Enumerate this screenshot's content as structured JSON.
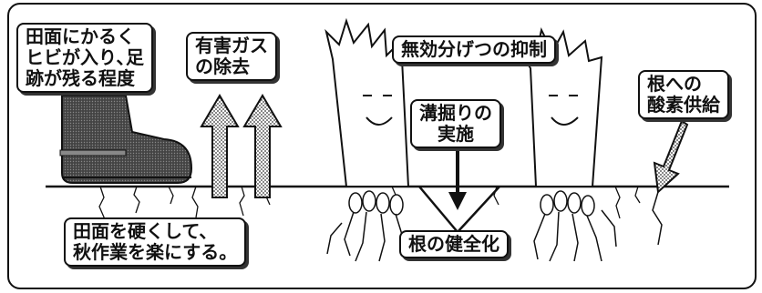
{
  "labels": {
    "boot_note": [
      "田面にかるく",
      "ヒビが入り､足",
      "跡が残る程度"
    ],
    "gas_note": [
      "有害ガス",
      "の除去"
    ],
    "tiller_note": [
      "無効分げつの抑制"
    ],
    "trench_note": [
      "溝掘りの",
      "実施"
    ],
    "oxygen_note": [
      "根への",
      "酸素供給"
    ],
    "hard_field_note": [
      "田面を硬くして、",
      "秋作業を楽にする。"
    ],
    "root_note": [
      "根の健全化"
    ]
  },
  "colors": {
    "ink": "#111111",
    "boot": "#3a3a3a",
    "shade": "#9a9a9a",
    "paper": "#ffffff"
  },
  "icons": [
    "boot-icon",
    "gas-arrow-icon",
    "rice-plant-icon",
    "root-icon",
    "oxygen-arrow-icon",
    "down-arrow-icon"
  ]
}
